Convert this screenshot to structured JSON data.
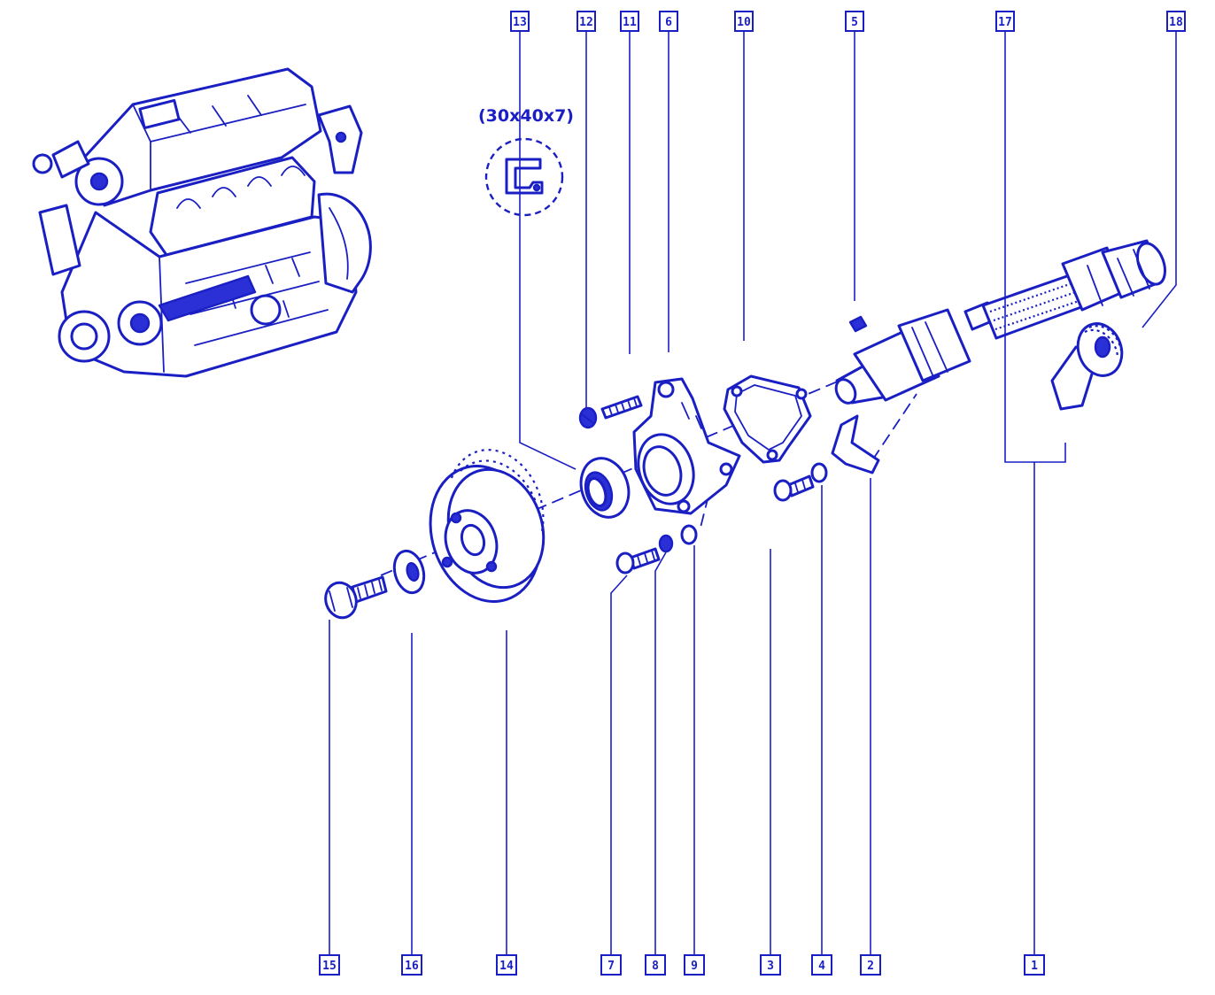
{
  "colors": {
    "ink": "#1a1fc4",
    "background": "#ffffff"
  },
  "seal_dimension": "(30x40x7)",
  "callouts": [
    {
      "id": "13",
      "text": "13"
    },
    {
      "id": "12",
      "text": "12"
    },
    {
      "id": "11",
      "text": "11"
    },
    {
      "id": "6",
      "text": "6"
    },
    {
      "id": "10",
      "text": "10"
    },
    {
      "id": "5",
      "text": "5"
    },
    {
      "id": "17",
      "text": "17"
    },
    {
      "id": "18",
      "text": "18"
    },
    {
      "id": "15",
      "text": "15"
    },
    {
      "id": "16",
      "text": "16"
    },
    {
      "id": "14",
      "text": "14"
    },
    {
      "id": "7",
      "text": "7"
    },
    {
      "id": "8",
      "text": "8"
    },
    {
      "id": "9",
      "text": "9"
    },
    {
      "id": "3",
      "text": "3"
    },
    {
      "id": "4",
      "text": "4"
    },
    {
      "id": "2",
      "text": "2"
    },
    {
      "id": "1",
      "text": "1"
    }
  ],
  "icons": {
    "engine": "engine-block-icon",
    "seal": "oil-seal-icon",
    "pulley": "toothed-pulley-icon",
    "camshaft": "camshaft-icon"
  }
}
